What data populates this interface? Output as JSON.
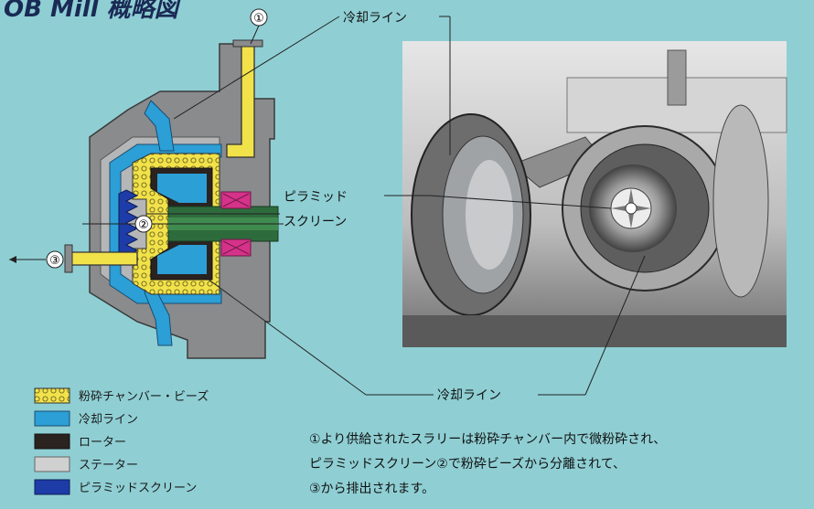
{
  "title": "OB Mill 概略図",
  "callouts": {
    "circle_1": "①",
    "circle_2": "②",
    "circle_3": "③",
    "cooling_line_top": "冷却ライン",
    "pyramid_line1": "ピラミッド",
    "pyramid_line2": "スクリーン",
    "cooling_line_bottom": "冷却ライン"
  },
  "legend": [
    {
      "label": "粉砕チャンバー・ビーズ",
      "color": "#f2e24a"
    },
    {
      "label": "冷却ライン",
      "color": "#2b9fd6"
    },
    {
      "label": "ローター",
      "color": "#2a2320"
    },
    {
      "label": "ステーター",
      "color": "#cfd0cf"
    },
    {
      "label": "ピラミッドスクリーン",
      "color": "#1d3ca8"
    }
  ],
  "description": [
    "①より供給されたスラリーは粉砕チャンバー内で微粉砕され、",
    "ピラミッドスクリーン②で粉砕ビーズから分離されて、",
    "③から排出されます。"
  ],
  "colors": {
    "background": "#8fcfd4",
    "stator": "#8a8b8d",
    "stator_light": "#b5b6b8",
    "chamber": "#f2e24a",
    "cooling": "#2b9fd6",
    "rotor": "#2a2320",
    "shaft": "#2e6b3c",
    "seal": "#d6328a",
    "screen": "#1d3ca8"
  }
}
